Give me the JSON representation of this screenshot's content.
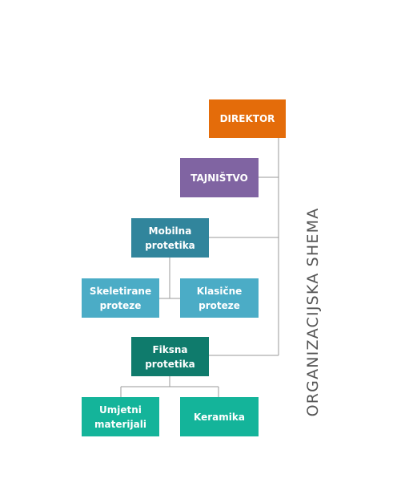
{
  "title": "ORGANIZACIJSKA SHEMA",
  "nodes": {
    "direktor": {
      "label": "DIREKTOR",
      "color": "#e46c0a"
    },
    "tajnistvo": {
      "label": "TAJNIŠTVO",
      "color": "#8064a2"
    },
    "mobilna": {
      "label": "Mobilna\nprotetika",
      "color": "#31859c"
    },
    "skeletirane": {
      "label": "Skeletirane\nproteze",
      "color": "#4bacc6"
    },
    "klasicne": {
      "label": "Klasične\nproteze",
      "color": "#4bacc6"
    },
    "fiksna": {
      "label": "Fiksna\nprotetika",
      "color": "#0f7b6c"
    },
    "umjetni": {
      "label": "Umjetni\nmaterijali",
      "color": "#14b49a"
    },
    "keramika": {
      "label": "Keramika",
      "color": "#14b49a"
    }
  },
  "line_color": "#9a9a9a"
}
